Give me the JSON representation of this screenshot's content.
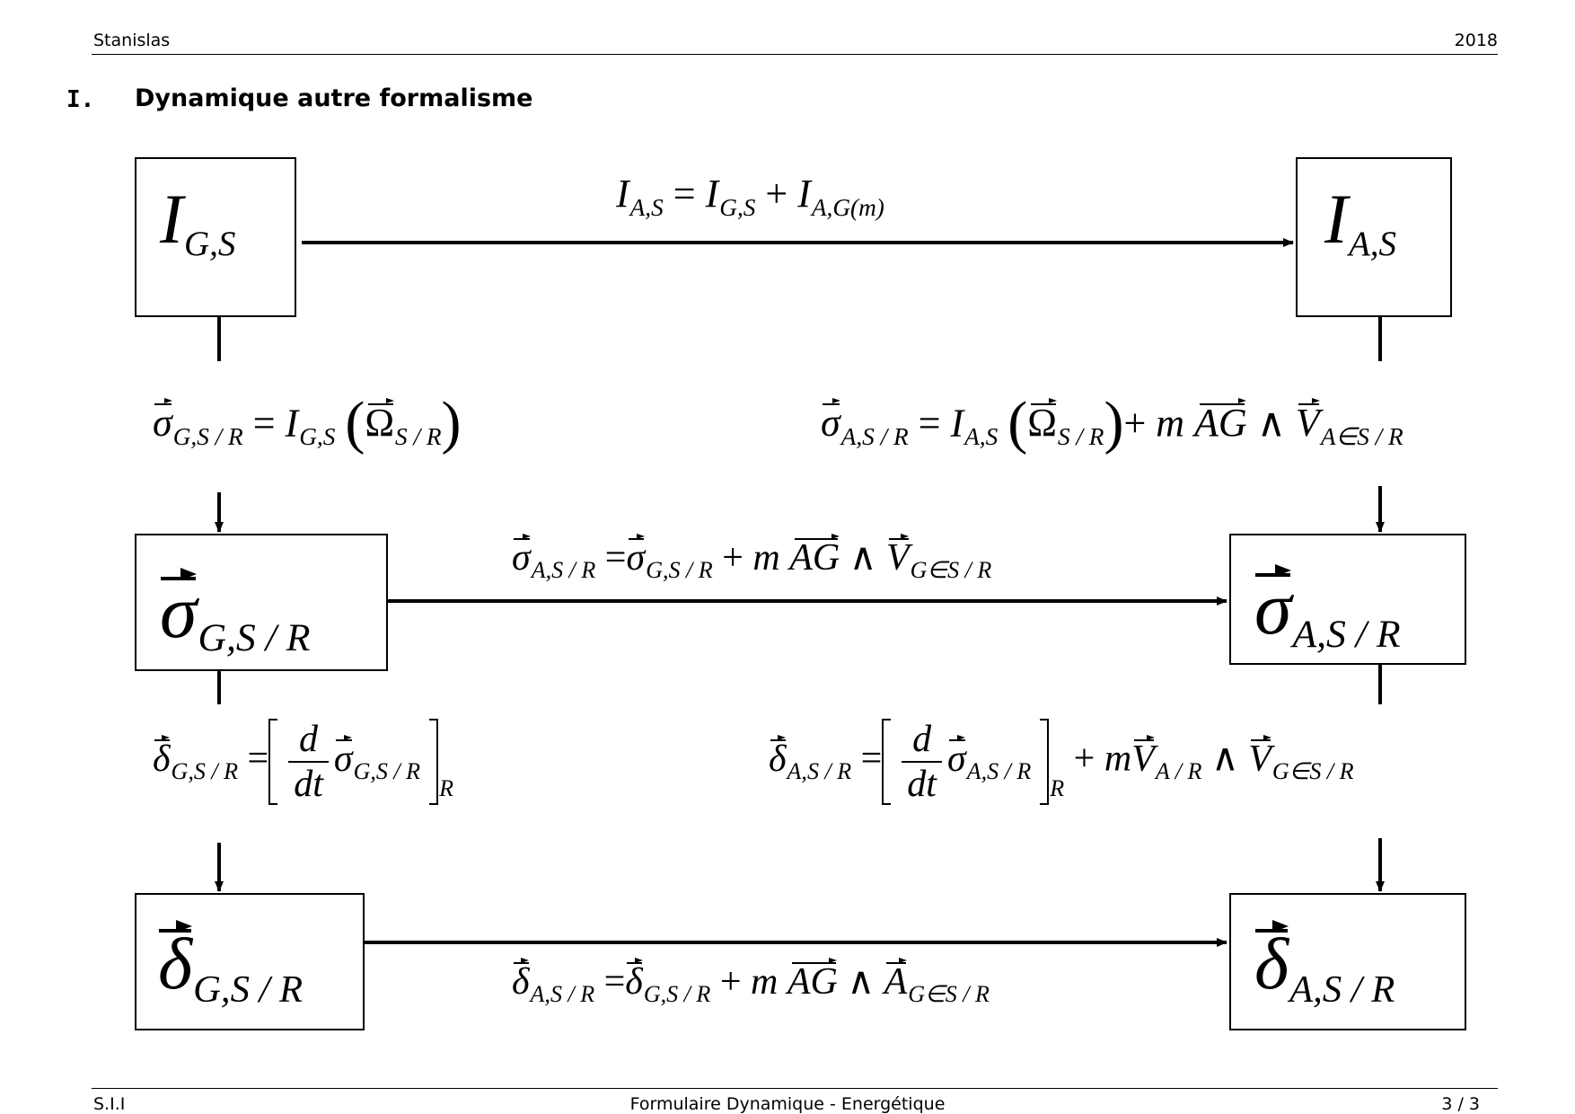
{
  "header": {
    "left": "Stanislas",
    "right": "2018"
  },
  "section": {
    "number": "I.",
    "title": "Dynamique autre formalisme"
  },
  "footer": {
    "left": "S.I.I",
    "center": "Formulaire Dynamique - Energétique",
    "right": "3 / 3"
  },
  "colors": {
    "text": "#000000",
    "background": "#ffffff"
  }
}
